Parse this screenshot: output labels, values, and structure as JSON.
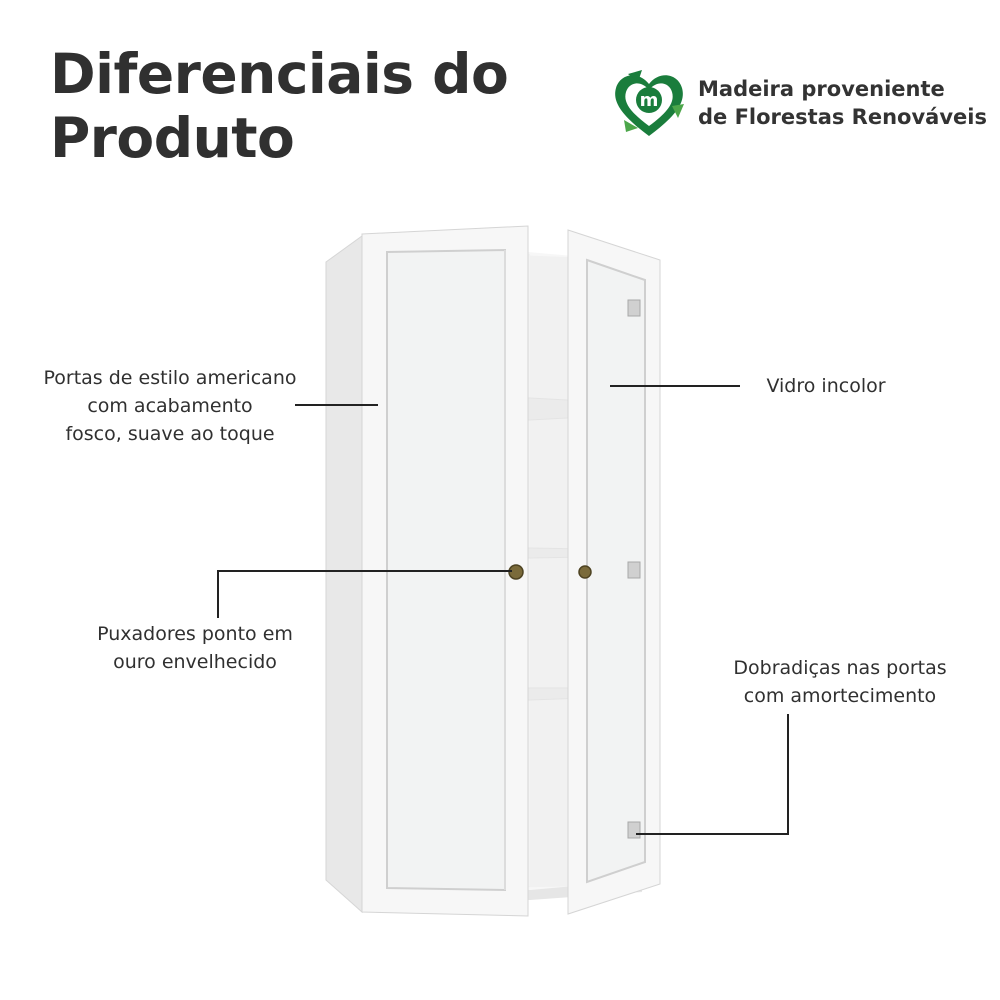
{
  "header": {
    "title_line1": "Diferenciais do",
    "title_line2": "Produto"
  },
  "eco_badge": {
    "icon": "recycle-heart-m-logo",
    "logo_letter": "m",
    "line1": "Madeira proveniente",
    "line2": "de Florestas Renováveis",
    "color": "#1a7d3c"
  },
  "callouts": {
    "doors": {
      "line1": "Portas de estilo americano",
      "line2": "com acabamento",
      "line3": "fosco, suave ao toque"
    },
    "glass": {
      "line1": "Vidro incolor"
    },
    "handles": {
      "line1": "Puxadores ponto em",
      "line2": "ouro envelhecido"
    },
    "hinges": {
      "line1": "Dobradiças nas portas",
      "line2": "com amortecimento"
    }
  },
  "colors": {
    "cabinet": "#f4f4f4",
    "glass": "#eef0f0",
    "knob": "#7a6a3a",
    "line": "#222222"
  }
}
